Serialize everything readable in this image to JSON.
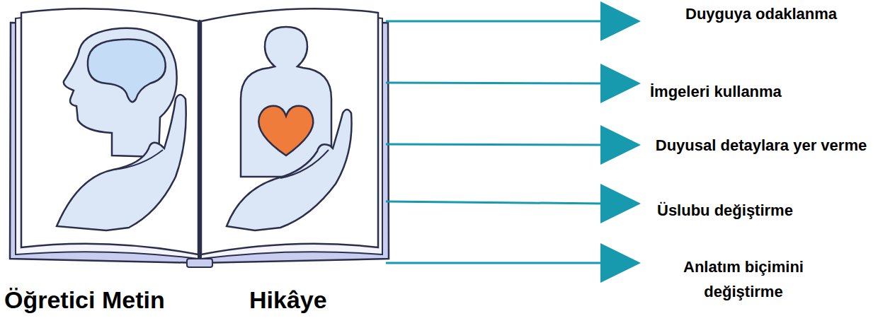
{
  "diagram": {
    "labels": [
      "Duyguya odaklanma",
      "İmgeleri kullanma",
      "Duyusal detaylara yer verme",
      "Üslubu değiştirme",
      "Anlatım biçimini değiştirme",
      "Öğretici Metin",
      "Hikâye"
    ]
  }
}
